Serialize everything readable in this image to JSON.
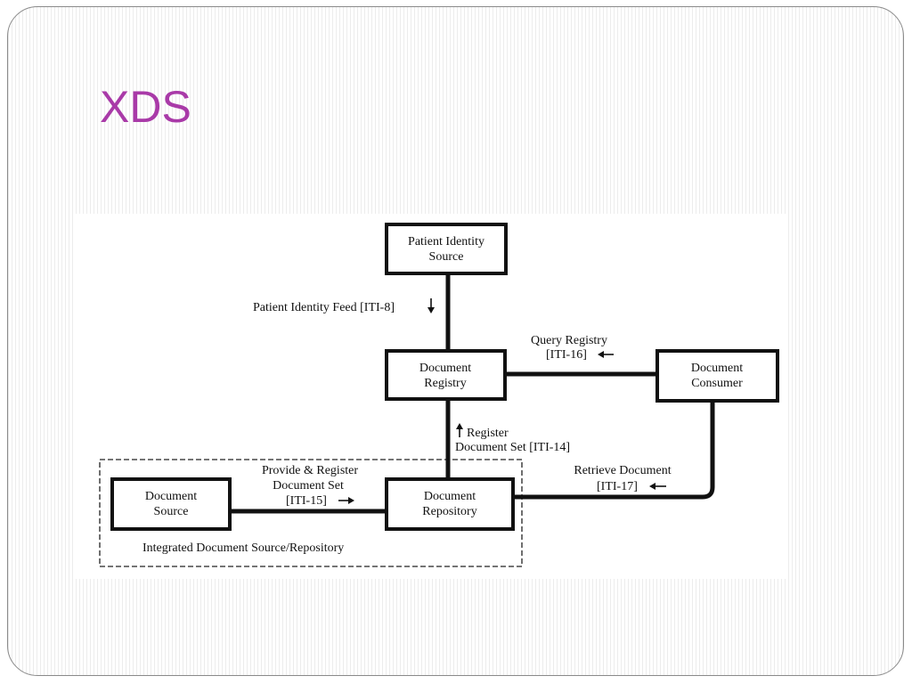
{
  "slide": {
    "title": "XDS"
  },
  "diagram": {
    "nodes": {
      "patient_identity_source": [
        "Patient Identity",
        "Source"
      ],
      "document_registry": [
        "Document",
        "Registry"
      ],
      "document_consumer": [
        "Document",
        "Consumer"
      ],
      "document_source": [
        "Document",
        "Source"
      ],
      "document_repository": [
        "Document",
        "Repository"
      ]
    },
    "edges": {
      "patient_identity_feed": [
        "Patient Identity Feed [ITI-8]"
      ],
      "query_registry": [
        "Query Registry",
        "[ITI-16]"
      ],
      "register_document_set": [
        "Register",
        "Document Set [ITI-14]"
      ],
      "provide_and_register": [
        "Provide & Register",
        "Document Set",
        "[ITI-15]"
      ],
      "retrieve_document": [
        "Retrieve Document",
        "[ITI-17]"
      ]
    },
    "group_label": "Integrated Document Source/Repository"
  }
}
